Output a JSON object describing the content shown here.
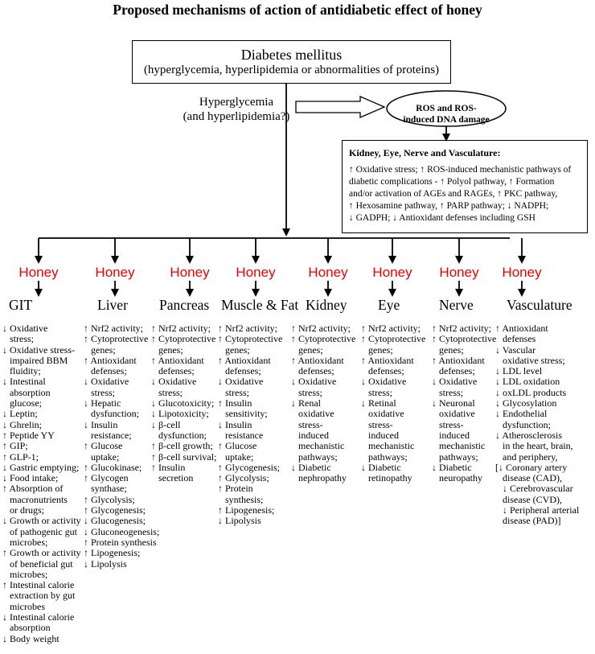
{
  "title": "Proposed mechanisms of action of antidiabetic effect of honey",
  "dm": {
    "title": "Diabetes mellitus",
    "subtitle": "(hyperglycemia, hyperlipidemia or abnormalities of proteins)"
  },
  "hyperglycemia": [
    "Hyperglycemia",
    "(and hyperlipidemia?)"
  ],
  "ros": [
    "ROS and ROS-",
    "induced DNA damage"
  ],
  "kidney_box": {
    "title": "Kidney, Eye, Nerve and Vasculature:",
    "lines": [
      "↑ Oxidative stress; ↑ ROS-induced mechanistic pathways of",
      "diabetic complications - ↑ Polyol pathway, ↑ Formation",
      "and/or activation of AGEs and RAGEs, ↑ PKC pathway,",
      "↑ Hexosamine pathway, ↑ PARP pathway; ↓ NADPH;",
      "↓ GADPH; ↓ Antioxidant defenses including GSH"
    ]
  },
  "honey_label": "Honey",
  "organs": [
    {
      "name": "GIT",
      "items": [
        "↓ Oxidative",
        "  stress;",
        "↓ Oxidative stress-",
        "  impaired BBM",
        "  fluidity;",
        "↓ Intestinal",
        "  absorption",
        "  glucose;",
        "↓ Leptin;",
        "↓ Ghrelin;",
        "↑ Peptide YY",
        "↑ GIP;",
        "↑ GLP-1;",
        "↓ Gastric emptying;",
        "↓ Food intake;",
        "↑ Absorption of",
        "  macronutrients",
        "  or drugs;",
        "↓ Growth or activity",
        "  of pathogenic gut",
        "  microbes;",
        "↑ Growth or activity",
        "  of beneficial gut",
        "  microbes;",
        "↑ Intestinal calorie",
        "  extraction by gut",
        "  microbes",
        "↓ Intestinal calorie",
        "  absorption",
        "↓ Body weight"
      ]
    },
    {
      "name": "Liver",
      "items": [
        "↑ Nrf2 activity;",
        "↑ Cytoprotective",
        "  genes;",
        "↑ Antioxidant",
        "  defenses;",
        "↓ Oxidative",
        "  stress;",
        "↓ Hepatic",
        "  dysfunction;",
        "↓ Insulin",
        "  resistance;",
        "↑ Glucose",
        "  uptake;",
        "↑ Glucokinase;",
        "↑ Glycogen",
        "  synthase;",
        "↑ Glycolysis;",
        "↑ Glycogenesis;",
        "↓ Glucogenesis;",
        "↓ Gluconeogenesis;",
        "↑ Protein synthesis",
        "↑ Lipogenesis;",
        "↓ Lipolysis"
      ]
    },
    {
      "name": "Pancreas",
      "items": [
        "↑ Nrf2 activity;",
        "↑ Cytoprotective",
        "  genes;",
        "↑ Antioxidant",
        "  defenses;",
        "↓ Oxidative",
        "  stress;",
        "↓ Glucotoxicity;",
        "↓ Lipotoxicity;",
        "↓ β-cell",
        "  dysfunction;",
        "↑ β-cell growth;",
        "↑ β-cell survival;",
        "↑ Insulin",
        "  secretion"
      ]
    },
    {
      "name": "Muscle & Fat",
      "items": [
        "↑ Nrf2 activity;",
        "↑ Cytoprotective",
        "  genes;",
        "↑ Antioxidant",
        "  defenses;",
        "↓ Oxidative",
        "  stress;",
        "↑ Insulin",
        "  sensitivity;",
        "↓ Insulin",
        "  resistance",
        "↑ Glucose",
        "  uptake;",
        "↑ Glycogenesis;",
        "↑ Glycolysis;",
        "↑ Protein",
        "  synthesis;",
        "↑ Lipogenesis;",
        "↓ Lipolysis"
      ]
    },
    {
      "name": "Kidney",
      "items": [
        "↑ Nrf2 activity;",
        "↑ Cytoprotective",
        "  genes;",
        "↑ Antioxidant",
        "  defenses;",
        "↓ Oxidative",
        "  stress;",
        "↓ Renal",
        "  oxidative",
        "  stress-",
        "  induced",
        "  mechanistic",
        "  pathways;",
        "↓ Diabetic",
        "  nephropathy"
      ]
    },
    {
      "name": "Eye",
      "items": [
        "↑ Nrf2 activity;",
        "↑ Cytoprotective",
        "  genes;",
        "↑ Antioxidant",
        "  defenses;",
        "↓ Oxidative",
        "  stress;",
        "↓ Retinal",
        "  oxidative",
        "  stress-",
        "  induced",
        "  mechanistic",
        "  pathways;",
        "↓ Diabetic",
        "  retinopathy"
      ]
    },
    {
      "name": "Nerve",
      "items": [
        "↑ Nrf2 activity;",
        "↑ Cytoprotective",
        "  genes;",
        "↑ Antioxidant",
        "  defenses;",
        "↓ Oxidative",
        "  stress;",
        "↓ Neuronal",
        "  oxidative",
        "  stress-",
        "  induced",
        "  mechanistic",
        "  pathways;",
        "↓ Diabetic",
        "  neuropathy"
      ]
    },
    {
      "name": "Vasculature",
      "items": [
        "↑ Antioxidant",
        "  defenses",
        "↓ Vascular",
        "  oxidative stress;",
        "↓ LDL level",
        "↓ LDL oxidation",
        "↓ oxLDL products",
        "↓ Glycosylation",
        "↓ Endothelial",
        "  dysfunction;",
        "↓ Atherosclerosis",
        "  in the heart, brain,",
        "  and periphery,",
        "[↓ Coronary artery",
        "  disease (CAD),",
        "  ↓ Cerebrovascular",
        "  disease (CVD),",
        "  ↓ Peripheral arterial",
        "  disease (PAD)]"
      ]
    }
  ]
}
